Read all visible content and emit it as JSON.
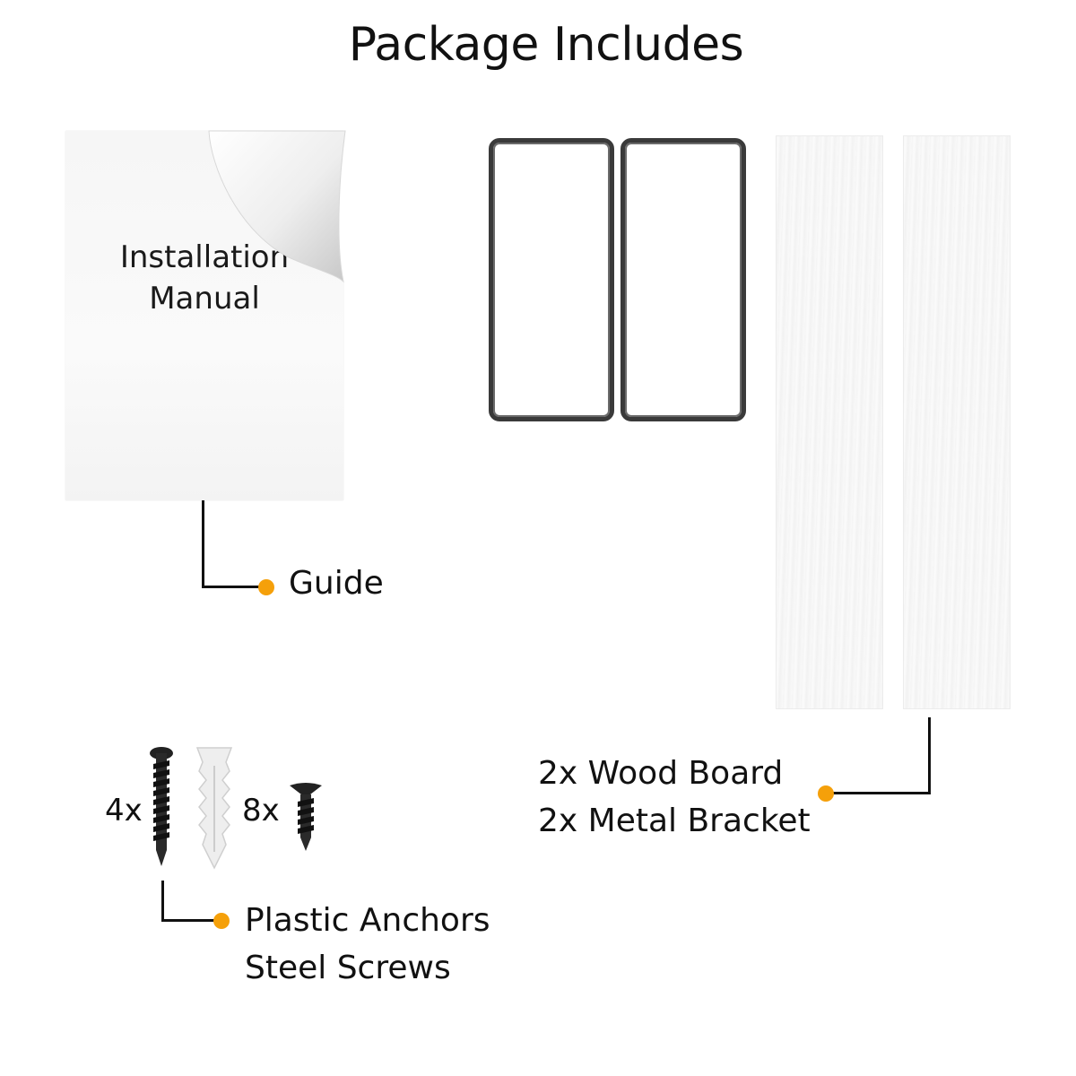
{
  "title": "Package Includes",
  "manual": {
    "line1": "Installation",
    "line2": "Manual"
  },
  "labels": {
    "guide": "Guide",
    "boards": {
      "line1": "2x Wood Board",
      "line2": "2x Metal Bracket"
    },
    "hardware": {
      "line1": "Plastic Anchors",
      "line2": "Steel Screws"
    }
  },
  "quantities": {
    "anchors": "4x",
    "screws": "8x"
  },
  "colors": {
    "accent": "#f5a00a",
    "line": "#111111",
    "bracket": "#3a3a3a"
  }
}
